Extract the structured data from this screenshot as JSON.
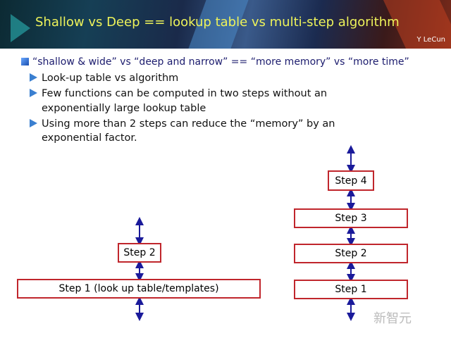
{
  "header": {
    "title": "Shallow vs Deep == lookup table vs multi-step algorithm",
    "author": "Y LeCun"
  },
  "bullets": {
    "main": "“shallow & wide” vs “deep and narrow”  ==  “more memory” vs “more time”",
    "sub": [
      {
        "lines": [
          "Look-up table vs algorithm"
        ]
      },
      {
        "lines": [
          "Few functions can be computed in two steps without an",
          "exponentially large lookup table"
        ]
      },
      {
        "lines": [
          "Using more than 2 steps can reduce the “memory” by an",
          "exponential factor."
        ]
      }
    ]
  },
  "shallow_diagram": {
    "steps": [
      "Step 1 (look up table/templates)",
      "Step 2"
    ]
  },
  "deep_diagram": {
    "steps": [
      "Step 1",
      "Step 2",
      "Step 3",
      "Step 4"
    ]
  },
  "colors": {
    "title": "#eef35a",
    "box_border": "#c0262c",
    "arrow": "#1a1a9a"
  },
  "watermark": "新智元"
}
